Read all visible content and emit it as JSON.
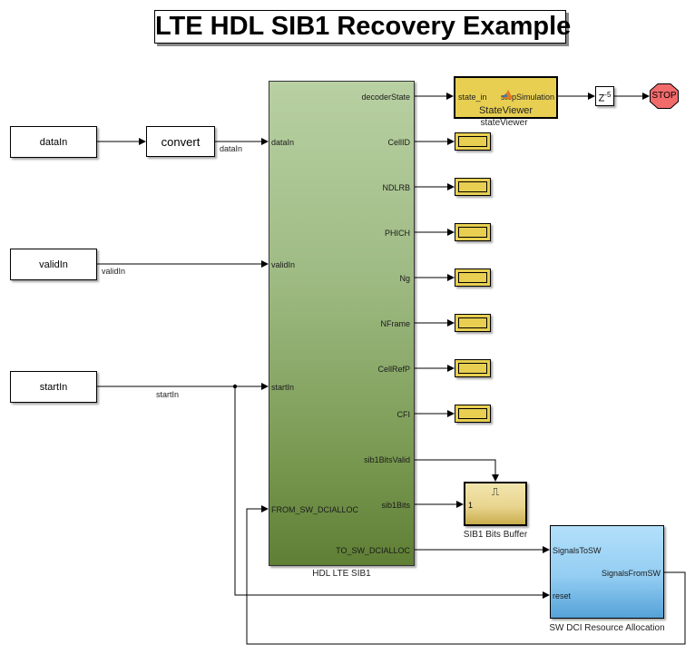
{
  "title": "LTE HDL SIB1 Recovery Example",
  "source_blocks": [
    {
      "id": "dataIn",
      "label": "dataIn"
    },
    {
      "id": "validIn",
      "label": "validIn"
    },
    {
      "id": "startIn",
      "label": "startIn"
    }
  ],
  "convert_block": {
    "label": "convert"
  },
  "signal_labels": {
    "convert_out": "dataIn",
    "valid": "validIn",
    "start": "startIn"
  },
  "sib1_block": {
    "name": "HDL LTE SIB1",
    "inputs": [
      "dataIn",
      "validIn",
      "startIn",
      "FROM_SW_DCIALLOC"
    ],
    "outputs": [
      "decoderState",
      "CellID",
      "NDLRB",
      "PHICH",
      "Ng",
      "NFrame",
      "CellRefP",
      "CFI",
      "sib1BitsValid",
      "sib1Bits",
      "TO_SW_DCIALLOC"
    ]
  },
  "state_viewer": {
    "title": "StateViewer",
    "name": "stateViewer",
    "input": "state_in",
    "output": "stopSimulation",
    "icon": "matlab-logo-icon"
  },
  "delay_block": {
    "base": "Z",
    "exponent": "-5"
  },
  "stop_block": {
    "label": "STOP"
  },
  "display_blocks": [
    "CellID",
    "NDLRB",
    "PHICH",
    "Ng",
    "NFrame",
    "CellRefP",
    "CFI"
  ],
  "buffer_block": {
    "name": "SIB1 Bits Buffer",
    "trigger_icon": "⎍",
    "input": "1"
  },
  "sw_dci_block": {
    "name": "SW DCI Resource Allocation",
    "inputs": [
      "SignalsToSW",
      "reset"
    ],
    "outputs": [
      "SignalsFromSW"
    ]
  },
  "colors": {
    "sib1_top": "#b8d0a2",
    "sib1_bottom": "#5f7f35",
    "display_fill": "#e8cf52",
    "stop_fill": "#f26b6b",
    "sw_dci_top": "#b3e0fb",
    "sw_dci_bottom": "#55a2d8"
  }
}
